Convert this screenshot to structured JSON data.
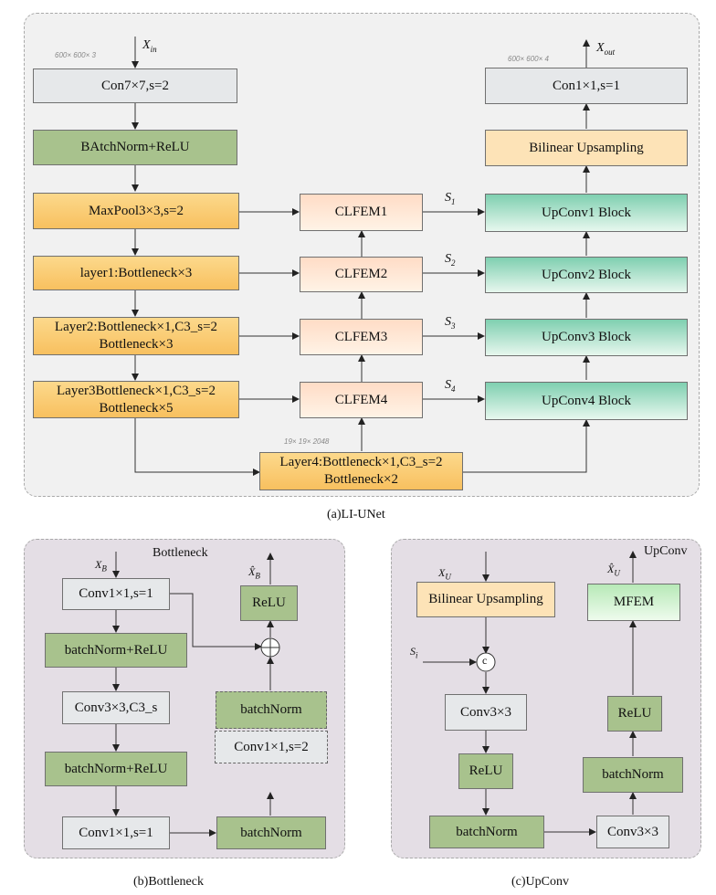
{
  "panel_a": {
    "caption": "(a)LI-UNet",
    "input_label": "X",
    "input_sub": "in",
    "input_shape": "600× 600× 3",
    "output_label": "X",
    "output_sub": "out",
    "output_shape": "600× 600× 4",
    "deep_shape": "19× 19× 2048",
    "encoder": {
      "conv": "Con7×7,s=2",
      "bn": "BAtchNorm+ReLU",
      "maxpool": "MaxPool3×3,s=2",
      "layer1": "layer1:Bottleneck×3",
      "layer2_l1": "Layer2:Bottleneck×1,C3_s=2",
      "layer2_l2": "Bottleneck×3",
      "layer3_l1": "Layer3Bottleneck×1,C3_s=2",
      "layer3_l2": "Bottleneck×5",
      "layer4_l1": "Layer4:Bottleneck×1,C3_s=2",
      "layer4_l2": "Bottleneck×2"
    },
    "clfem": [
      "CLFEM1",
      "CLFEM2",
      "CLFEM3",
      "CLFEM4"
    ],
    "skip_labels": [
      "S",
      "S",
      "S",
      "S"
    ],
    "skip_subs": [
      "1",
      "2",
      "3",
      "4"
    ],
    "decoder": {
      "upconv": [
        "UpConv1 Block",
        "UpConv2 Block",
        "UpConv3 Block",
        "UpConv4 Block"
      ],
      "upsample": "Bilinear Upsampling",
      "final_conv": "Con1×1,s=1"
    }
  },
  "panel_b": {
    "caption": "(b)Bottleneck",
    "title": "Bottleneck",
    "input_label": "X",
    "input_sub": "B",
    "output_label": "X̂",
    "output_sub": "B",
    "boxes": {
      "conv1": "Conv1×1,s=1",
      "bn_relu1": "batchNorm+ReLU",
      "conv3": "Conv3×3,C3_s",
      "bn_relu2": "batchNorm+ReLU",
      "conv1b": "Conv1×1,s=1",
      "bn_a": "batchNorm",
      "conv1_s2": "Conv1×1,s=2",
      "bn_b": "batchNorm",
      "relu": "ReLU"
    }
  },
  "panel_c": {
    "caption": "(c)UpConv",
    "title": "UpConv",
    "input_label": "X",
    "input_sub": "U",
    "skip_label": "S",
    "skip_sub": "i",
    "concat": "c",
    "output_label": "X̂",
    "output_sub": "U",
    "boxes": {
      "upsample": "Bilinear Upsampling",
      "conv3a": "Conv3×3",
      "relu_a": "ReLU",
      "bn_a": "batchNorm",
      "conv3b": "Conv3×3",
      "bn_b": "batchNorm",
      "relu_b": "ReLU",
      "mfem": "MFEM"
    }
  }
}
